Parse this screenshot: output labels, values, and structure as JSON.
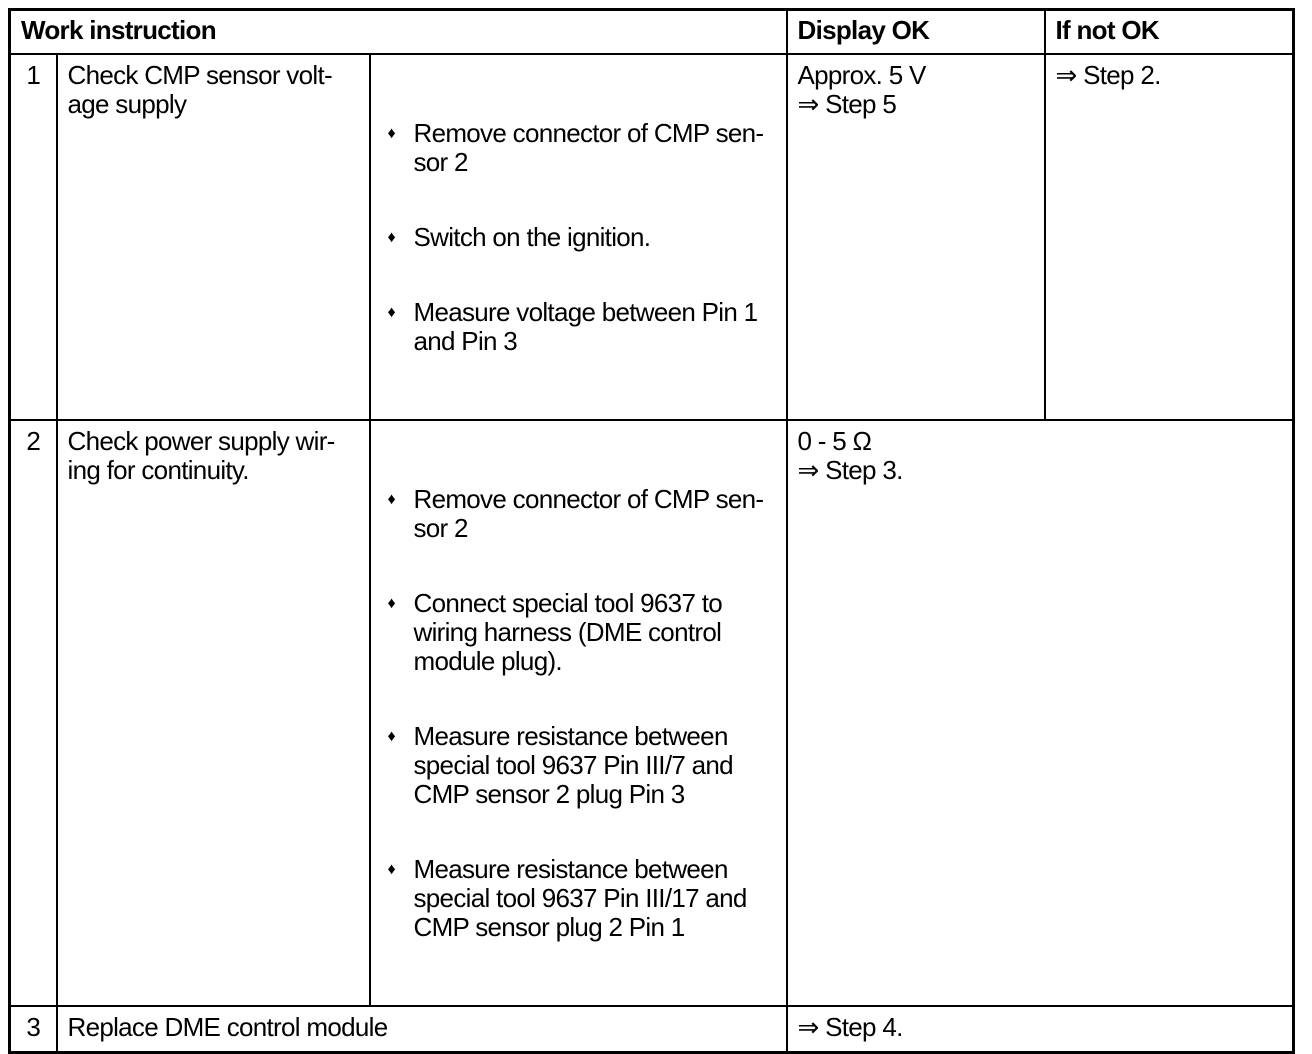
{
  "header": {
    "work_instruction": "Work instruction",
    "display_ok": "Display OK",
    "if_not_ok": "If not OK"
  },
  "icons": {
    "bullet": "♦"
  },
  "rows": {
    "row1": {
      "step": "1",
      "instruction": "Check CMP sensor volt-\nage supply",
      "actions": [
        "Remove connector of CMP sen-\nsor 2",
        "Switch on the ignition.",
        "Measure voltage between Pin 1\nand Pin 3"
      ],
      "display_ok": "Approx. 5 V\n⇒ Step 5",
      "if_not_ok": "⇒ Step 2."
    },
    "row2": {
      "step": "2",
      "instruction": "Check power supply wir-\ning for continuity.",
      "actions": [
        "Remove connector of CMP sen-\nsor 2",
        "Connect special tool 9637 to\nwiring harness (DME control\nmodule plug).",
        "Measure resistance between\nspecial tool 9637 Pin III/7 and\nCMP sensor 2 plug Pin 3",
        "Measure resistance between\nspecial tool 9637 Pin III/17 and\nCMP sensor plug 2 Pin 1"
      ],
      "result": "0 - 5 Ω\n⇒ Step 3."
    },
    "row3": {
      "step": "3",
      "instruction": "Replace DME control module",
      "result": "⇒ Step 4."
    }
  },
  "colors": {
    "border": "#000000",
    "text": "#000000",
    "background": "#ffffff"
  }
}
